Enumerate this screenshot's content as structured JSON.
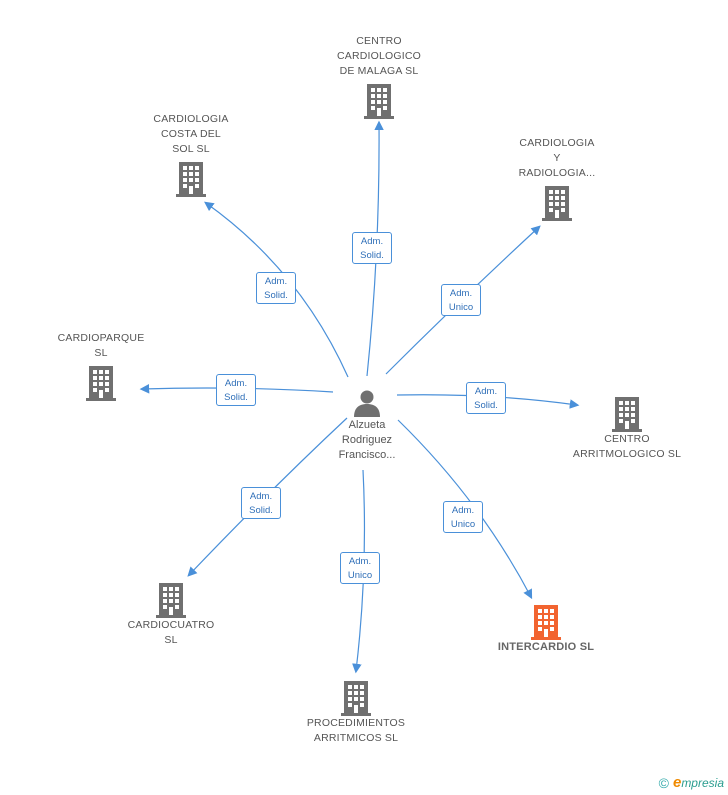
{
  "center": {
    "name": "Alzueta\nRodriguez\nFrancisco..."
  },
  "companies": [
    {
      "id": "malaga",
      "name": "CENTRO\nCARDIOLOGICO\nDE MALAGA  SL",
      "highlight": false
    },
    {
      "id": "costa",
      "name": "CARDIOLOGIA\nCOSTA DEL\nSOL  SL",
      "highlight": false
    },
    {
      "id": "radiologia",
      "name": "CARDIOLOGIA\nY\nRADIOLOGIA...",
      "highlight": false
    },
    {
      "id": "cardioparque",
      "name": "CARDIOPARQUE\nSL",
      "highlight": false
    },
    {
      "id": "arritmologico",
      "name": "CENTRO\nARRITMOLOGICO SL",
      "highlight": false
    },
    {
      "id": "cardiocuatro",
      "name": "CARDIOCUATRO\nSL",
      "highlight": false
    },
    {
      "id": "procedimientos",
      "name": "PROCEDIMIENTOS\nARRITMICOS SL",
      "highlight": false
    },
    {
      "id": "intercardio",
      "name": "INTERCARDIO SL",
      "highlight": true
    }
  ],
  "relations": [
    {
      "to": "malaga",
      "label": "Adm.\nSolid."
    },
    {
      "to": "costa",
      "label": "Adm.\nSolid."
    },
    {
      "to": "radiologia",
      "label": "Adm.\nUnico"
    },
    {
      "to": "cardioparque",
      "label": "Adm.\nSolid."
    },
    {
      "to": "arritmologico",
      "label": "Adm.\nSolid."
    },
    {
      "to": "cardiocuatro",
      "label": "Adm.\nSolid."
    },
    {
      "to": "procedimientos",
      "label": "Adm.\nUnico"
    },
    {
      "to": "intercardio",
      "label": "Adm.\nUnico"
    }
  ],
  "colors": {
    "edge": "#4a90d9",
    "building": "#707070",
    "building_highlight": "#f26430",
    "person": "#707070"
  },
  "footer": {
    "copyright": "©",
    "brand_initial": "e",
    "brand_rest": "mpresia"
  }
}
